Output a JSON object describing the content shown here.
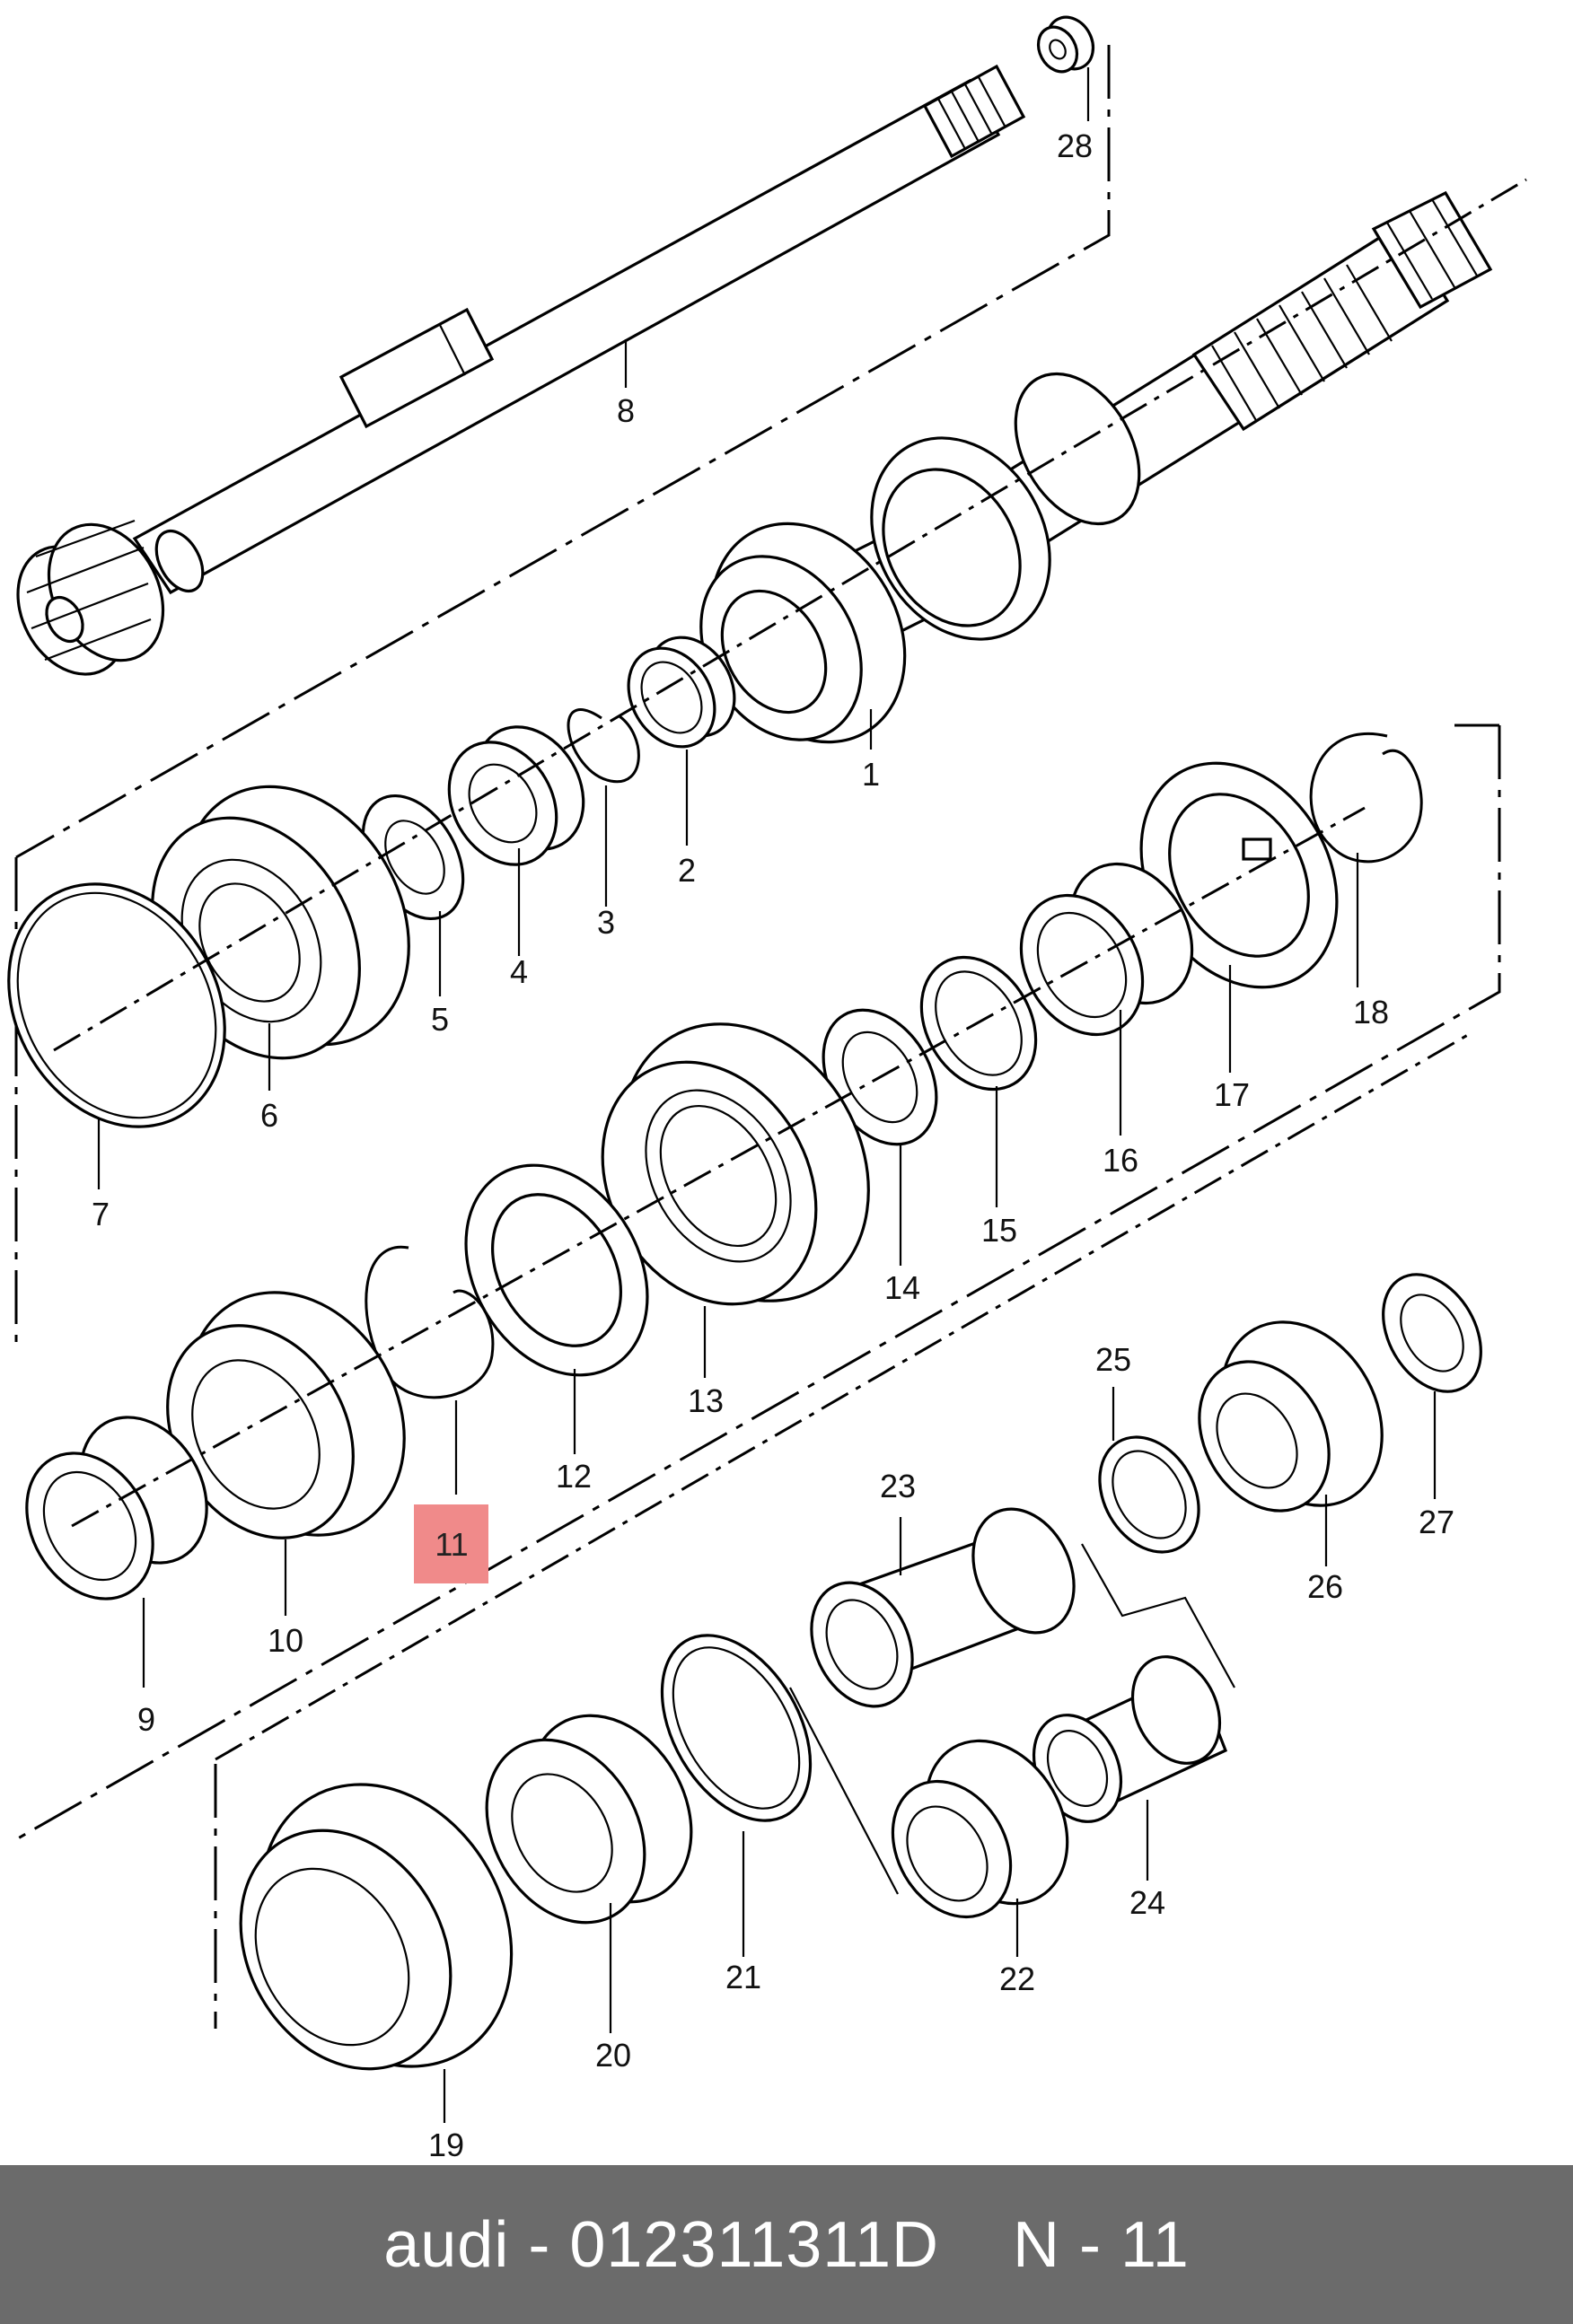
{
  "callouts": [
    "1",
    "2",
    "3",
    "4",
    "5",
    "6",
    "7",
    "8",
    "9",
    "10",
    "11",
    "12",
    "13",
    "14",
    "15",
    "16",
    "17",
    "18",
    "19",
    "20",
    "21",
    "22",
    "23",
    "24",
    "25",
    "26",
    "27",
    "28"
  ],
  "highlighted_callout": "11",
  "footer": {
    "part_text": "audi - 012311311D",
    "ref_text": "N - 11"
  },
  "colors": {
    "highlight": "#f08a8a",
    "footer_bg": "#6b6b6b",
    "footer_text": "#ffffff"
  }
}
